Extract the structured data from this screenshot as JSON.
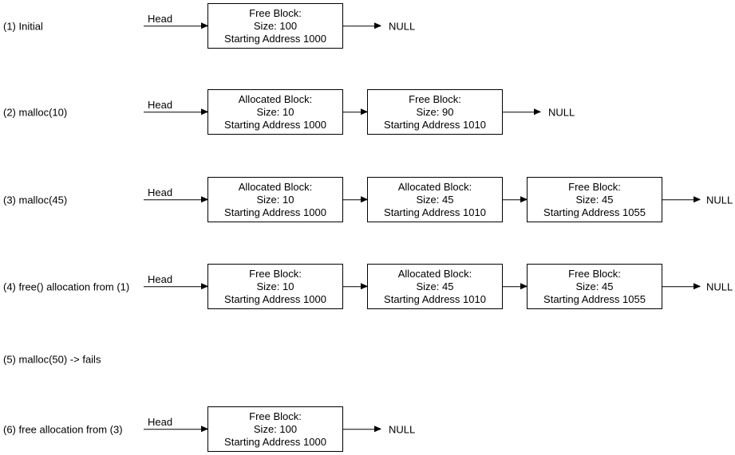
{
  "diagram": {
    "description": "Heap memory allocation linked-list states",
    "pointer_label": "Head",
    "terminator_label": "NULL",
    "rows": [
      {
        "label": "(1) Initial",
        "head_label": "Head",
        "terminator": "NULL",
        "nodes": [
          {
            "title": "Free Block:",
            "size": "Size: 100",
            "address": "Starting Address 1000"
          }
        ]
      },
      {
        "label": "(2) malloc(10)",
        "head_label": "Head",
        "terminator": "NULL",
        "nodes": [
          {
            "title": "Allocated Block:",
            "size": "Size: 10",
            "address": "Starting Address 1000"
          },
          {
            "title": "Free Block:",
            "size": "Size: 90",
            "address": "Starting Address 1010"
          }
        ]
      },
      {
        "label": "(3) malloc(45)",
        "head_label": "Head",
        "terminator": "NULL",
        "nodes": [
          {
            "title": "Allocated Block:",
            "size": "Size: 10",
            "address": "Starting Address 1000"
          },
          {
            "title": "Allocated Block:",
            "size": "Size: 45",
            "address": "Starting Address 1010"
          },
          {
            "title": "Free Block:",
            "size": "Size: 45",
            "address": "Starting Address 1055"
          }
        ]
      },
      {
        "label": "(4) free() allocation from (1)",
        "head_label": "Head",
        "terminator": "NULL",
        "nodes": [
          {
            "title": "Free Block:",
            "size": "Size: 10",
            "address": "Starting Address 1000"
          },
          {
            "title": "Allocated Block:",
            "size": "Size: 45",
            "address": "Starting Address 1010"
          },
          {
            "title": "Free Block:",
            "size": "Size: 45",
            "address": "Starting Address 1055"
          }
        ]
      },
      {
        "label": "(5) malloc(50) -> fails",
        "nodes": []
      },
      {
        "label": "(6) free allocation from (3)",
        "head_label": "Head",
        "terminator": "NULL",
        "nodes": [
          {
            "title": "Free Block:",
            "size": "Size: 100",
            "address": "Starting Address 1000"
          }
        ]
      }
    ],
    "colors": {
      "background": "#ffffff",
      "stroke": "#000000",
      "text": "#000000",
      "node_fill": "#ffffff"
    }
  }
}
